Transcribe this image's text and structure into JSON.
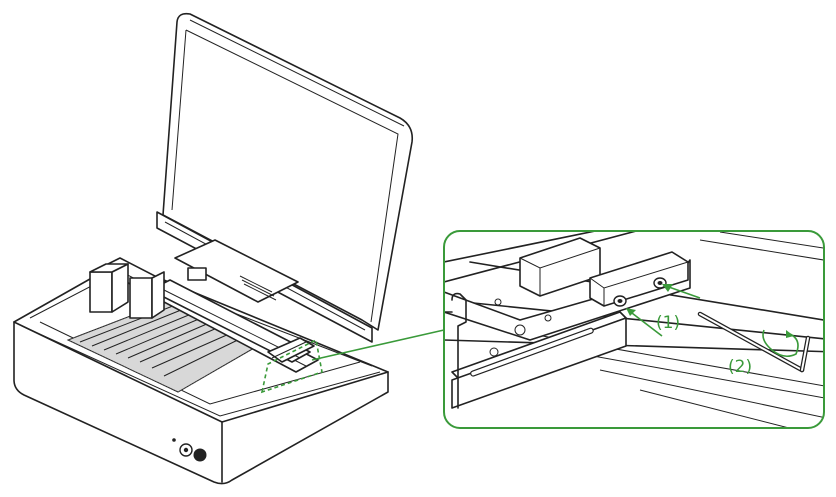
{
  "callouts": [
    {
      "id": "1",
      "label": "(1)"
    },
    {
      "id": "2",
      "label": "(2)"
    }
  ],
  "colors": {
    "line": "#222222",
    "callout_green": "#3a9a3a",
    "background": "#ffffff"
  },
  "icons": {
    "power_button": "power-button-icon",
    "usb_port": "port-icon",
    "allen_key": "hex-key-icon"
  }
}
